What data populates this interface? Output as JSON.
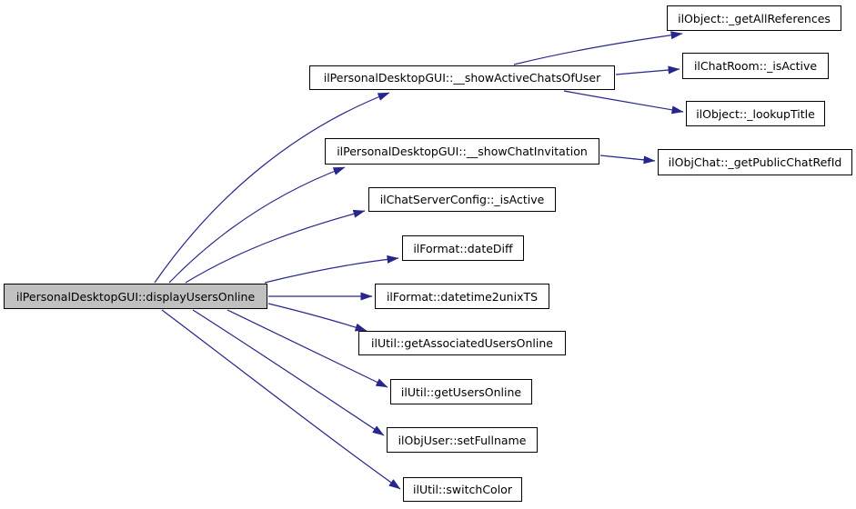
{
  "diagram": {
    "type": "call-graph",
    "nodes": [
      {
        "id": "displayUsersOnline",
        "label": "ilPersonalDesktopGUI::displayUsersOnline",
        "role": "root"
      },
      {
        "id": "showActiveChatsOfUser",
        "label": "ilPersonalDesktopGUI::__showActiveChatsOfUser",
        "role": "callee"
      },
      {
        "id": "showChatInvitation",
        "label": "ilPersonalDesktopGUI::__showChatInvitation",
        "role": "callee"
      },
      {
        "id": "chatServerConfigIsActive",
        "label": "ilChatServerConfig::_isActive",
        "role": "callee"
      },
      {
        "id": "dateDiff",
        "label": "ilFormat::dateDiff",
        "role": "callee"
      },
      {
        "id": "datetime2unixTS",
        "label": "ilFormat::datetime2unixTS",
        "role": "callee"
      },
      {
        "id": "getAssociatedUsersOnline",
        "label": "ilUtil::getAssociatedUsersOnline",
        "role": "callee"
      },
      {
        "id": "getUsersOnline",
        "label": "ilUtil::getUsersOnline",
        "role": "callee"
      },
      {
        "id": "setFullname",
        "label": "ilObjUser::setFullname",
        "role": "callee"
      },
      {
        "id": "switchColor",
        "label": "ilUtil::switchColor",
        "role": "callee"
      },
      {
        "id": "getAllReferences",
        "label": "ilObject::_getAllReferences",
        "role": "callee"
      },
      {
        "id": "chatRoomIsActive",
        "label": "ilChatRoom::_isActive",
        "role": "callee"
      },
      {
        "id": "lookupTitle",
        "label": "ilObject::_lookupTitle",
        "role": "callee"
      },
      {
        "id": "getPublicChatRefId",
        "label": "ilObjChat::_getPublicChatRefId",
        "role": "callee"
      }
    ],
    "edges": [
      {
        "from": "displayUsersOnline",
        "to": "showActiveChatsOfUser"
      },
      {
        "from": "displayUsersOnline",
        "to": "showChatInvitation"
      },
      {
        "from": "displayUsersOnline",
        "to": "chatServerConfigIsActive"
      },
      {
        "from": "displayUsersOnline",
        "to": "dateDiff"
      },
      {
        "from": "displayUsersOnline",
        "to": "datetime2unixTS"
      },
      {
        "from": "displayUsersOnline",
        "to": "getAssociatedUsersOnline"
      },
      {
        "from": "displayUsersOnline",
        "to": "getUsersOnline"
      },
      {
        "from": "displayUsersOnline",
        "to": "setFullname"
      },
      {
        "from": "displayUsersOnline",
        "to": "switchColor"
      },
      {
        "from": "showActiveChatsOfUser",
        "to": "getAllReferences"
      },
      {
        "from": "showActiveChatsOfUser",
        "to": "chatRoomIsActive"
      },
      {
        "from": "showActiveChatsOfUser",
        "to": "lookupTitle"
      },
      {
        "from": "showChatInvitation",
        "to": "getPublicChatRefId"
      }
    ]
  },
  "colors": {
    "edge": "#26268c",
    "root_fill": "#c0c0c0",
    "node_fill": "#ffffff",
    "node_border": "#000000",
    "text": "#000000"
  }
}
